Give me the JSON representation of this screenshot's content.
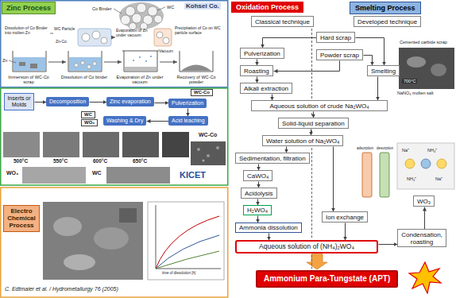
{
  "diagram": {
    "nodes": [
      {
        "text": [
          "Zinc Process"
        ]
      },
      {
        "text": [
          "Inserts or Molds"
        ]
      },
      {
        "text": [
          "Decomposition"
        ]
      },
      {
        "text": [
          "Zinc evaporation"
        ]
      },
      {
        "text": [
          "WC-Co"
        ]
      },
      {
        "text": [
          "Pulverization"
        ]
      },
      {
        "text": [
          "WC"
        ]
      },
      {
        "text": [
          "WO₃"
        ]
      },
      {
        "text": [
          "Washing & Dry"
        ]
      },
      {
        "text": [
          "Acid leaching"
        ]
      },
      {
        "text": [
          "Electro Chemical Process"
        ]
      },
      {
        "text": [
          "Oxidation Process"
        ]
      },
      {
        "text": [
          "Smelting Process"
        ]
      },
      {
        "text": [
          "Classical technique"
        ]
      },
      {
        "text": [
          "Developed technique"
        ]
      },
      {
        "text": [
          "Hard scrap"
        ]
      },
      {
        "text": [
          "Pulverization"
        ]
      },
      {
        "text": [
          "Powder scrap"
        ]
      },
      {
        "text": [
          "Roasting"
        ]
      },
      {
        "text": [
          "Smelting"
        ]
      },
      {
        "text": [
          "Alkali extraction"
        ]
      },
      {
        "text": [
          "Aqueous solution of crude Na₂WO₄"
        ]
      },
      {
        "text": [
          "Solid-liquid separation"
        ]
      },
      {
        "text": [
          "Water solution of Na₂WO₄"
        ]
      },
      {
        "text": [
          "Sedimentation, filtration"
        ]
      },
      {
        "text": [
          "CaWO₄"
        ]
      },
      {
        "text": [
          "Acidolysis"
        ]
      },
      {
        "text": [
          "Ion exchange"
        ]
      },
      {
        "text": [
          "WO₃"
        ]
      },
      {
        "text": [
          "H₂WO₄"
        ]
      },
      {
        "text": [
          "Ammonia dissolution"
        ]
      },
      {
        "text": [
          "Aqueous solution of (NH₄)₂WO₄"
        ]
      },
      {
        "text": [
          "Condensation, roasting"
        ]
      },
      {
        "text": [
          "Ammonium Para-Tungstate (APT)"
        ]
      }
    ],
    "edges": [
      {
        "from": 1,
        "to": 2,
        "arrow": "to"
      },
      {
        "from": 2,
        "to": 3,
        "arrow": "to"
      },
      {
        "from": 3,
        "to": 5,
        "arrow": "to"
      },
      {
        "from": 5,
        "to": 9,
        "arrow": "to"
      },
      {
        "from": 9,
        "to": 8,
        "arrow": "to"
      },
      {
        "from": 15,
        "to": 16,
        "arrow": "to"
      },
      {
        "from": 15,
        "to": 19,
        "arrow": "to"
      },
      {
        "from": 16,
        "to": 18,
        "arrow": "to"
      },
      {
        "from": 17,
        "to": 18,
        "arrow": "to"
      },
      {
        "from": 17,
        "to": 19,
        "arrow": "to"
      },
      {
        "from": 18,
        "to": 20,
        "arrow": "to"
      },
      {
        "from": 20,
        "to": 21,
        "arrow": "to"
      },
      {
        "from": 19,
        "to": 21,
        "arrow": "to"
      },
      {
        "from": 21,
        "to": 22,
        "arrow": "to"
      },
      {
        "from": 22,
        "to": 23,
        "arrow": "to"
      },
      {
        "from": 23,
        "to": 24,
        "arrow": "to"
      },
      {
        "from": 24,
        "to": 25,
        "arrow": "to"
      },
      {
        "from": 25,
        "to": 26,
        "arrow": "to"
      },
      {
        "from": 26,
        "to": 29,
        "arrow": "to"
      },
      {
        "from": 29,
        "to": 30,
        "arrow": "to"
      },
      {
        "from": 30,
        "to": 31,
        "arrow": "to"
      },
      {
        "from": 23,
        "to": 27,
        "arrow": "to"
      },
      {
        "from": 27,
        "to": 31,
        "arrow": "to"
      },
      {
        "from": 31,
        "to": 32,
        "arrow": "to"
      },
      {
        "from": 32,
        "to": 28,
        "arrow": "to"
      },
      {
        "from": 31,
        "to": 33,
        "arrow": "to"
      }
    ],
    "labels": [
      "Kohsei Co.",
      "Co Binder",
      "WC",
      "Dissolution of Co Binder into molten Zn",
      "WC Particle",
      "Zn-Co",
      "Evaporation of Zn under vacuum",
      "Precipitation of Co on WC particle surface",
      "Zn",
      "Vacuum",
      "Immersion of WC-Co scrap",
      "Dissolution of Co binder",
      "Evaporation of Zn under vacuum",
      "Recovery of WC-Co powder",
      "500°C",
      "550°C",
      "600°C",
      "650°C",
      "WC-Co",
      "KICET",
      "WO₃",
      "WC",
      "time of dissolution [h]",
      "C. Edtmaier et al. / Hydrometallurgy 76 (2005)",
      "Cemented carbide scrap",
      "700°C",
      "NaNO₃ molten salt",
      "adsorption",
      "desorption",
      "Na⁺",
      "NH₄⁺",
      "NH₄⁺",
      "Na⁺"
    ]
  }
}
